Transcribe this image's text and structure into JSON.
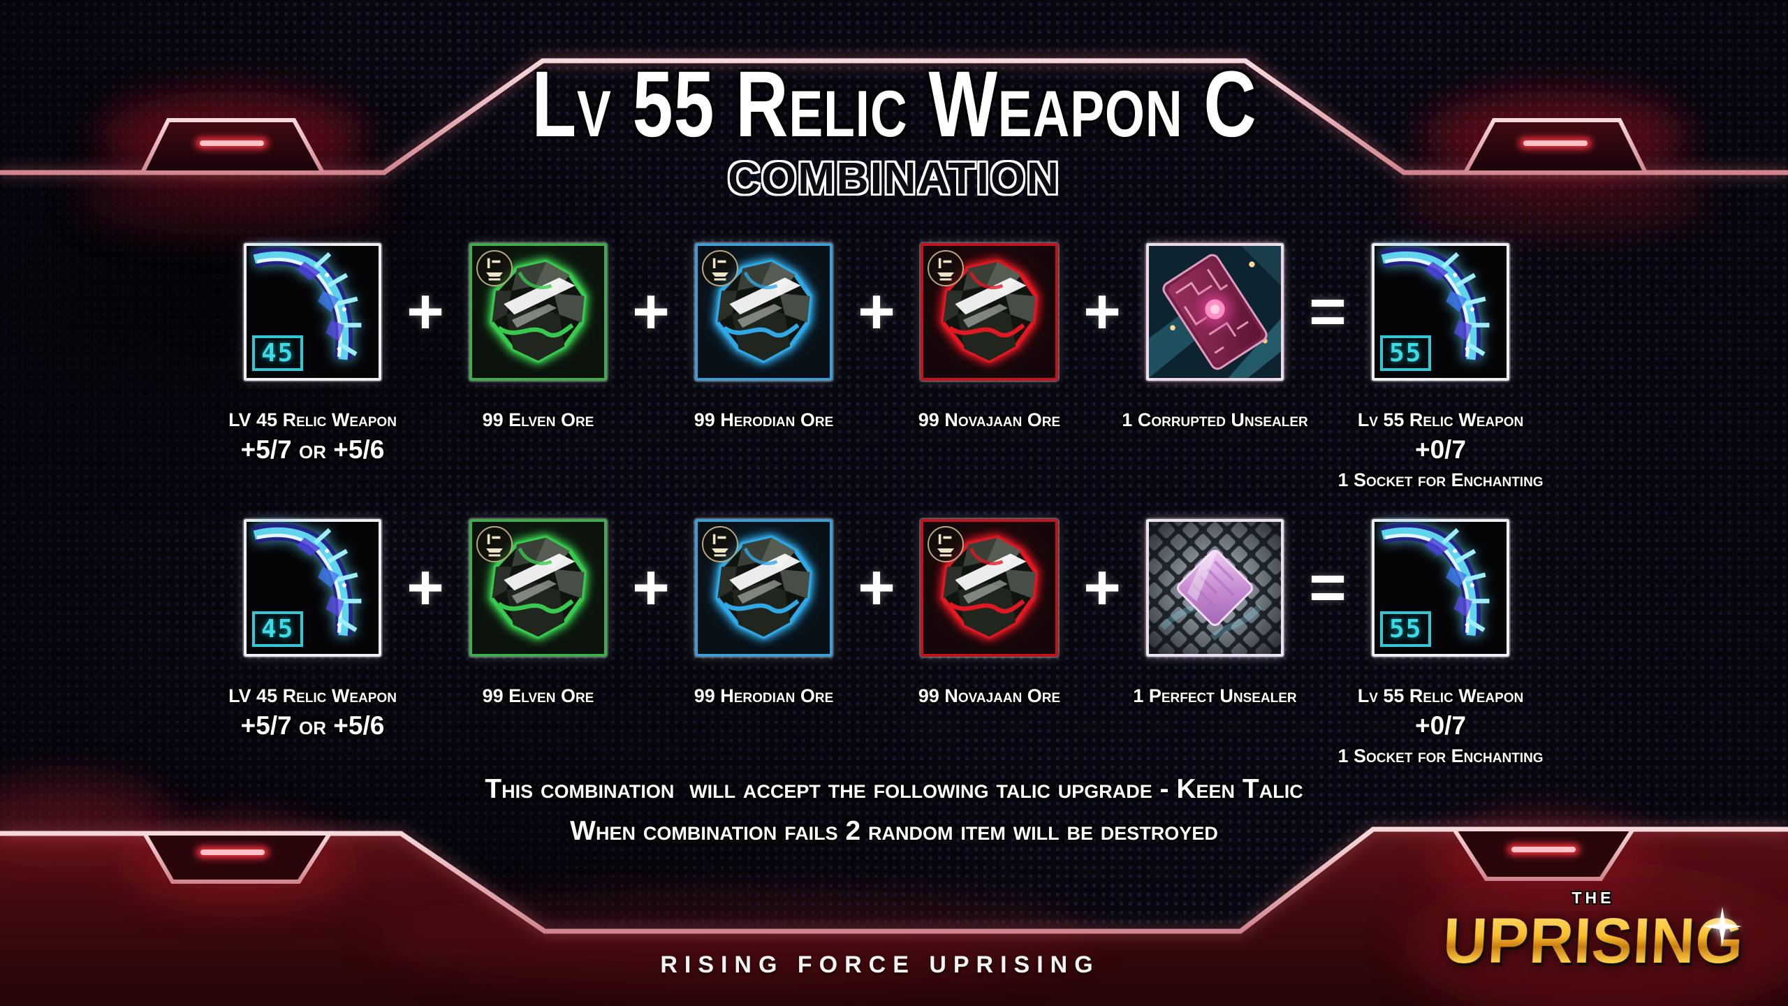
{
  "header": {
    "title": "Lv 55 Relic Weapon C",
    "subtitle": "COMBINATION"
  },
  "operators": {
    "plus": "+",
    "equals": "="
  },
  "rows": [
    {
      "ingredients": [
        {
          "type": "relic-weapon",
          "level_badge": "45",
          "label1": "LV 45 Relic Weapon",
          "label2": "+5/7 or +5/6"
        },
        {
          "type": "elven-ore",
          "label1": "99 Elven Ore"
        },
        {
          "type": "herodian-ore",
          "label1": "99 Herodian Ore"
        },
        {
          "type": "novajaan-ore",
          "label1": "99 Novajaan Ore"
        },
        {
          "type": "corrupted-unsealer",
          "label1": "1 Corrupted Unsealer"
        }
      ],
      "result": {
        "type": "relic-weapon",
        "level_badge": "55",
        "label1": "Lv 55 Relic Weapon",
        "label2": "+0/7",
        "label3": "1 Socket for Enchanting"
      }
    },
    {
      "ingredients": [
        {
          "type": "relic-weapon",
          "level_badge": "45",
          "label1": "LV 45 Relic Weapon",
          "label2": "+5/7 or +5/6"
        },
        {
          "type": "elven-ore",
          "label1": "99 Elven Ore"
        },
        {
          "type": "herodian-ore",
          "label1": "99 Herodian Ore"
        },
        {
          "type": "novajaan-ore",
          "label1": "99 Novajaan Ore"
        },
        {
          "type": "perfect-unsealer",
          "label1": "1 Perfect Unsealer"
        }
      ],
      "result": {
        "type": "relic-weapon",
        "level_badge": "55",
        "label1": "Lv 55 Relic Weapon",
        "label2": "+0/7",
        "label3": "1 Socket for Enchanting"
      }
    }
  ],
  "notes": [
    "This combination  will accept the following talic upgrade - Keen Talic",
    "When combination fails 2 random item will be destroyed"
  ],
  "footer": {
    "tagline": "RISING FORCE UPRISING"
  },
  "logo": {
    "top": "THE",
    "main": "UPRISING"
  },
  "colors": {
    "elven_ore": "#38c94e",
    "herodian_ore": "#31a8e6",
    "novajaan_ore": "#e01823",
    "frame_line": "#e8b2b8",
    "glow_bar": "#ff3340",
    "level_badge_cyan": "#3ddbe8",
    "logo_gold": "#f6b826",
    "footer_maroon": "#4a0e13"
  }
}
